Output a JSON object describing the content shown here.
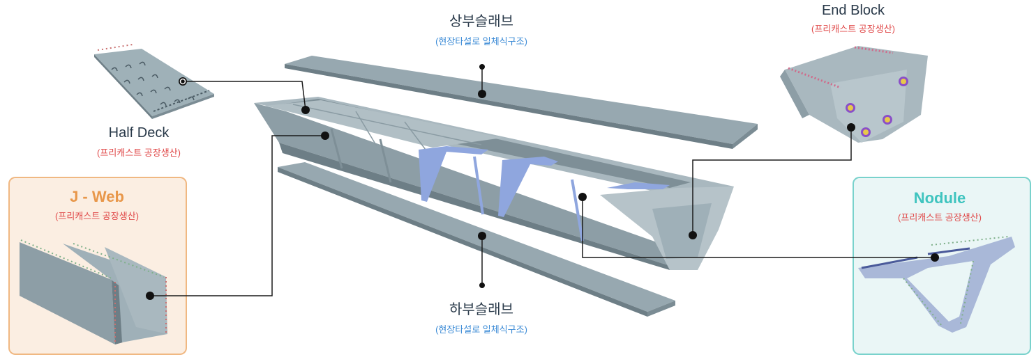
{
  "labels": {
    "upper_slab": {
      "name": "상부슬래브",
      "sub": "(현장타설로 일체식구조)"
    },
    "lower_slab": {
      "name": "하부슬래브",
      "sub": "(현장타설로 일체식구조)"
    },
    "half_deck": {
      "name": "Half Deck",
      "sub": "(프리캐스트 공장생산)"
    },
    "end_block": {
      "name": "End Block",
      "sub": "(프리캐스트 공장생산)"
    },
    "j_web": {
      "name": "J - Web",
      "sub": "(프리캐스트 공장생산)"
    },
    "nodule": {
      "name": "Nodule",
      "sub": "(프리캐스트 공장생산)"
    }
  },
  "colors": {
    "concrete": "#8d9ea6",
    "concrete_light": "#a9b8bf",
    "concrete_dark": "#6d7e86",
    "accent_blue": "#8fa6de",
    "jweb_border": "#f0b882",
    "nodule_border": "#79d2cc",
    "red_sub": "#e04a4a",
    "blue_sub": "#3a8ad6"
  }
}
